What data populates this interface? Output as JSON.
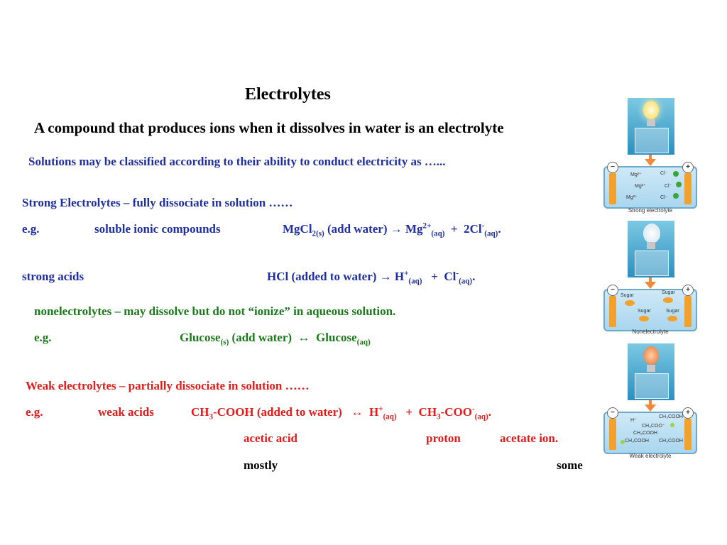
{
  "title": "Electrolytes",
  "definition": "A compound that produces ions when it dissolves in water is an electrolyte",
  "intro": "Solutions may be classified according to their ability to conduct electricity as …...",
  "strong": {
    "heading": "Strong Electrolytes – fully dissociate in solution ……",
    "eg": "e.g.",
    "ionic_label": "soluble ionic compounds",
    "mgcl2": {
      "reactant": "MgCl",
      "sub": "2(s)",
      "cond": " (add water)  →  Mg",
      "sup_cation": "2+",
      "aq1": "(aq)",
      "plus": "  +  2Cl",
      "sup_anion": "-",
      "aq2": "(aq)",
      "end": "."
    },
    "acids_label": "strong acids",
    "hcl": {
      "reactant": "HCl (added to water) →  H",
      "sup_cation": "+",
      "aq1": "(aq)",
      "plus": "   +  Cl",
      "sup_anion": "-",
      "aq2": "(aq)",
      "end": "."
    }
  },
  "nonelectrolyte": {
    "heading": "nonelectrolytes – may dissolve but do not “ionize” in aqueous solution.",
    "eg": "e.g.",
    "glucose": {
      "reactant": "Glucose",
      "sub1": "(s)",
      "cond": " (add water)  ↔  Glucose",
      "sub2": "(aq)"
    }
  },
  "weak": {
    "heading": "Weak electrolytes – partially dissociate in solution ……",
    "eg": "e.g.",
    "acids_label": "weak acids",
    "acetic": {
      "a": "CH",
      "sub1": "3",
      "b": "-COOH (added to water)   ↔  H",
      "sup1": "+",
      "aq1": "(aq)",
      "c": "   +  CH",
      "sub2": "3",
      "d": "-COO",
      "sup2": "-",
      "aq2": "(aq)",
      "end": "."
    },
    "label_acetic_acid": "acetic acid",
    "label_proton": "proton",
    "label_acetate": "acetate ion.",
    "label_mostly": "mostly",
    "label_some": "some"
  },
  "figures": {
    "strong_caption": "Strong electrolyte",
    "nonelectrolyte_caption": "Nonelectrolyte",
    "weak_caption": "Weak electrolyte",
    "term_minus": "−",
    "term_plus": "+",
    "ion_mg": "Mg²⁺",
    "ion_cl": "Cl⁻",
    "sugar": "Sugar",
    "ion_h": "H⁺",
    "ch3cooh": "CH₃COOH",
    "ch3coo": "CH₃COO⁻"
  },
  "colors": {
    "blue": "#1f2fa3",
    "green": "#1a7a1a",
    "red": "#e31b1b",
    "black": "#000000"
  }
}
